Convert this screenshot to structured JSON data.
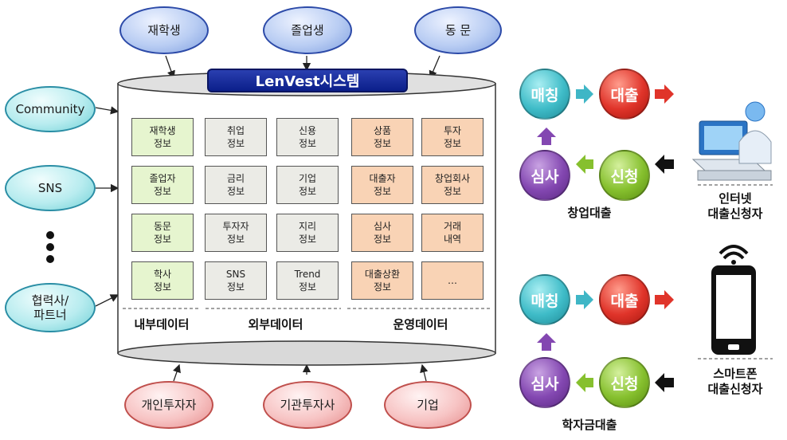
{
  "top_nodes": [
    "재학생",
    "졸업생",
    "동 문"
  ],
  "left_nodes": [
    "Community",
    "SNS",
    "협력사/\n파트너"
  ],
  "bottom_nodes": [
    "개인투자자",
    "기관투자사",
    "기업"
  ],
  "system_title": "LenVest시스템",
  "internal": {
    "label": "내부데이터",
    "cells": [
      "재학생\n정보",
      "졸업자\n정보",
      "동문\n정보",
      "학사\n정보"
    ]
  },
  "external": {
    "label": "외부데이터",
    "cells": [
      "취업\n정보",
      "신용\n정보",
      "금리\n정보",
      "기업\n정보",
      "투자자\n정보",
      "지리\n정보",
      "SNS\n정보",
      "Trend\n정보"
    ]
  },
  "operation": {
    "label": "운영데이터",
    "cells": [
      "상품\n정보",
      "투자\n정보",
      "대출자\n정보",
      "창업회사\n정보",
      "심사\n정보",
      "거래\n내역",
      "대출상환\n정보",
      "…"
    ]
  },
  "process": {
    "labels": {
      "match": "매칭",
      "loan": "대출",
      "review": "심사",
      "apply": "신청"
    },
    "startup_caption": "창업대출",
    "student_caption": "학자금대출"
  },
  "internet_applicant": "인터넷\n대출신청자",
  "smartphone_applicant": "스마트폰\n대출신청자",
  "colors": {
    "blue_border": "#2c4aa8",
    "teal_border": "#2a8ea5",
    "pink_border": "#c0504d",
    "title_bar": "#0b1f8a"
  }
}
